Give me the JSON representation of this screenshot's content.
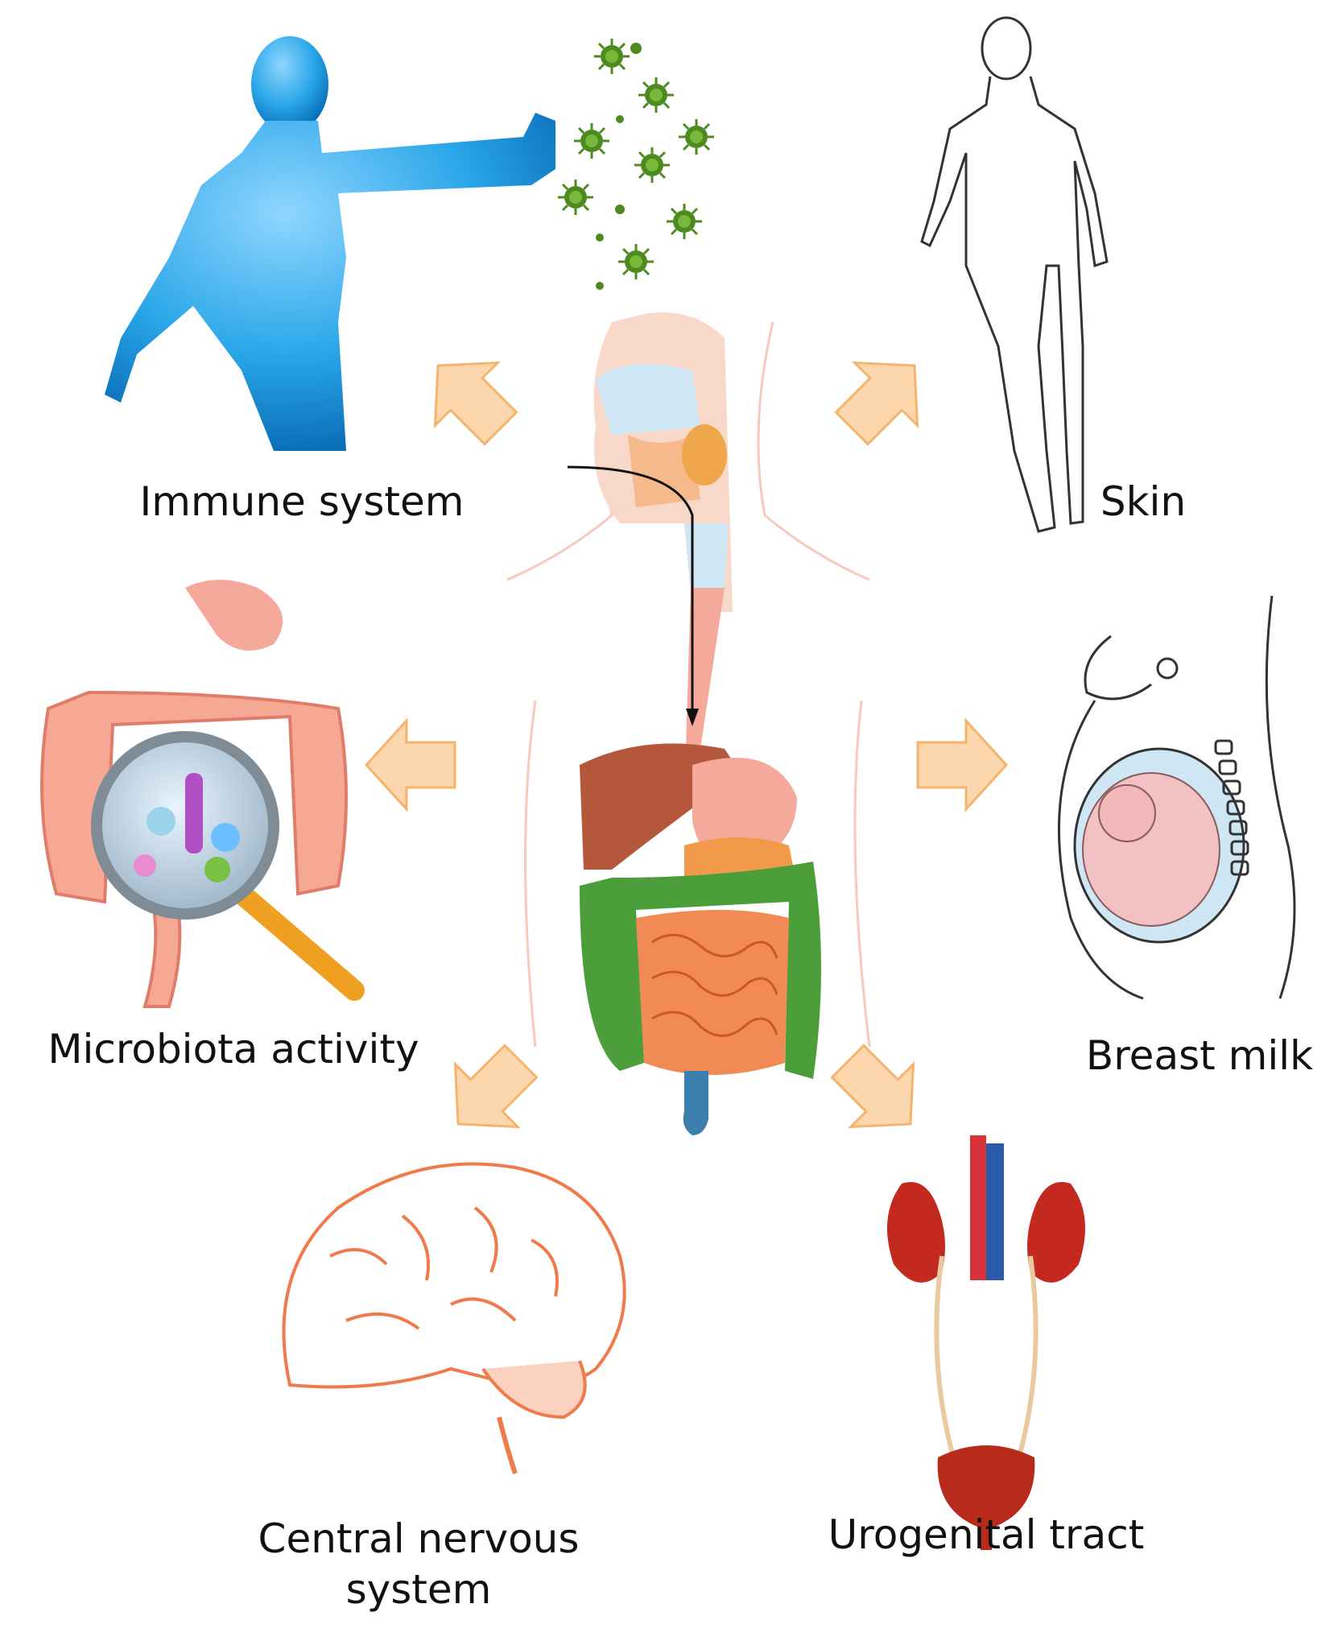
{
  "labels": {
    "immune_system": "Immune system",
    "skin": "Skin",
    "microbiota_activity": "Microbiota activity",
    "breast_milk": "Breast milk",
    "central_nervous_system_line1": "Central nervous",
    "central_nervous_system_line2": "system",
    "urogenital_tract": "Urogenital tract"
  },
  "colors": {
    "arrow_fill": "#fcd7ad",
    "arrow_stroke": "#f4b46c",
    "body_figure": "#2aa6e8",
    "virus": "#4d8a1f",
    "intestine_small": "#f28a55",
    "intestine_large": "#4c9e3a",
    "liver": "#b5573a",
    "stomach": "#f4a99a",
    "brain_outline": "#f07a4a",
    "kidney": "#c4291f",
    "bladder": "#b82a1a",
    "vein": "#2b5aa8",
    "artery": "#d6323a"
  },
  "icons": [
    "human-figure-blue",
    "virus-particles",
    "human-figure-outline",
    "head-neck-cross-section",
    "digestive-system",
    "colon-with-magnifier",
    "pregnant-woman-outline",
    "brain-outline",
    "urinary-system"
  ]
}
